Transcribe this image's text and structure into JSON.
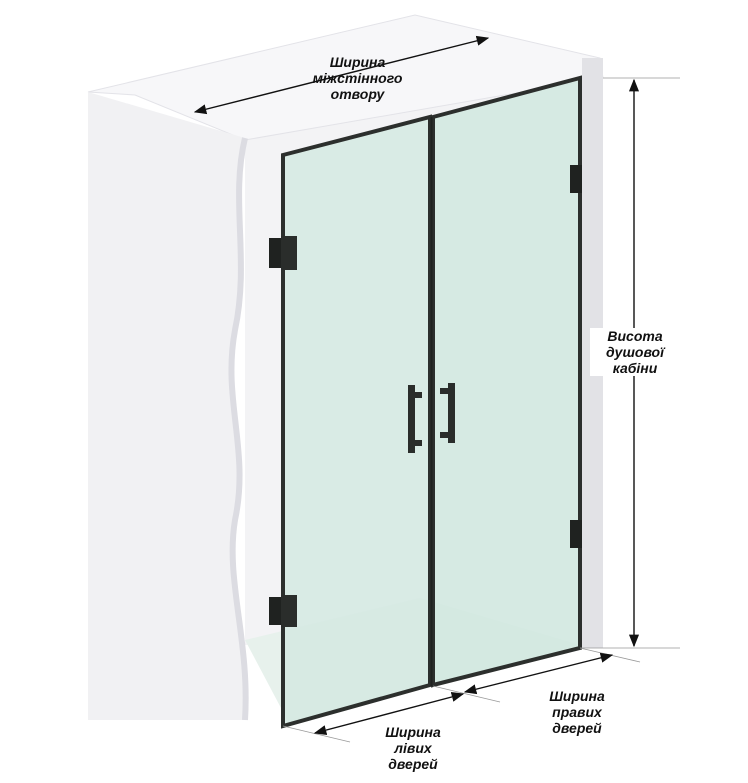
{
  "labels": {
    "opening_width": [
      "Ширина",
      "міжстінного",
      "отвору"
    ],
    "cabin_height": [
      "Висота",
      "душової",
      "кабіни"
    ],
    "left_door_width": [
      "Ширина",
      "лівих",
      "дверей"
    ],
    "right_door_width": [
      "Ширина",
      "правих",
      "дверей"
    ]
  },
  "colors": {
    "wall": "#f1f1f3",
    "wall_shadow": "#e2e2e6",
    "glass": "#d4e9e2",
    "frame": "#2c2f2d",
    "arrow": "#111111",
    "floor": "#e7f1ec"
  }
}
